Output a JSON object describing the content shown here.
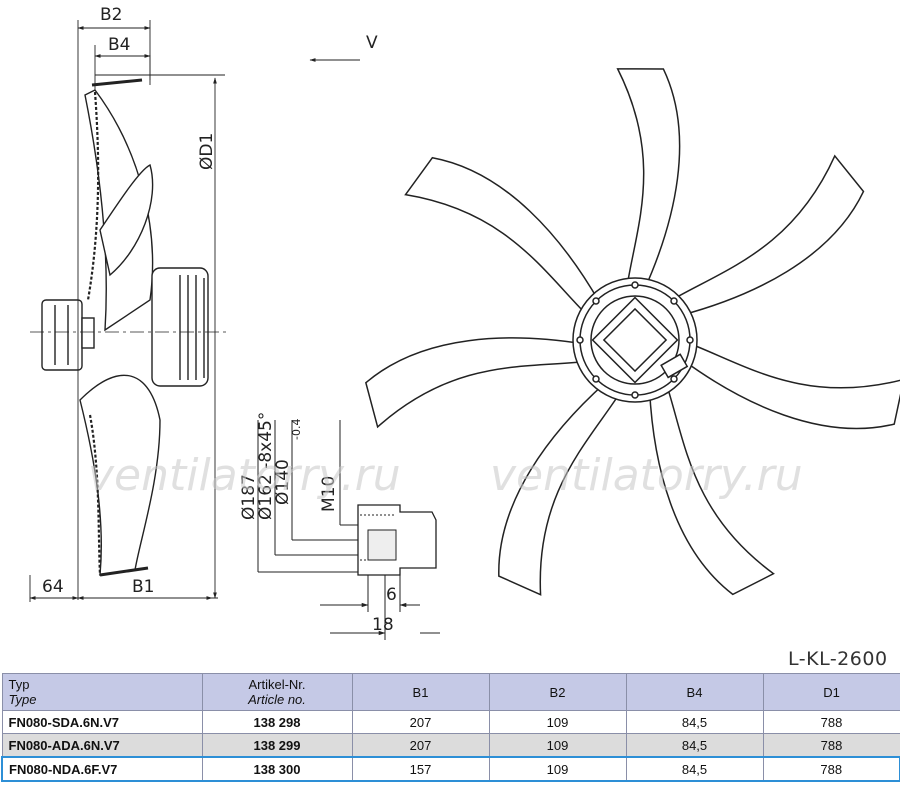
{
  "dimensions": {
    "b2": "B2",
    "b4": "B4",
    "d1": "ØD1",
    "v": "V",
    "offset": "64",
    "b1": "B1",
    "d187": "Ø187",
    "d162": "Ø162 -8x45°",
    "d140": "Ø140",
    "d140_tol": "-0.4",
    "m10": "M10",
    "depth6": "6",
    "depth18": "18"
  },
  "watermark": "ventilatorry.ru",
  "drawing_code": "L-KL-2600",
  "table": {
    "headers": [
      {
        "label": "Typ",
        "sub": "Type"
      },
      {
        "label": "Artikel-Nr.",
        "sub": "Article no."
      },
      {
        "label": "B1",
        "sub": ""
      },
      {
        "label": "B2",
        "sub": ""
      },
      {
        "label": "B4",
        "sub": ""
      },
      {
        "label": "D1",
        "sub": ""
      }
    ],
    "rows": [
      {
        "type": "FN080-SDA.6N.V7",
        "article": "138 298",
        "b1": "207",
        "b2": "109",
        "b4": "84,5",
        "d1": "788"
      },
      {
        "type": "FN080-ADA.6N.V7",
        "article": "138 299",
        "b1": "207",
        "b2": "109",
        "b4": "84,5",
        "d1": "788"
      },
      {
        "type": "FN080-NDA.6F.V7",
        "article": "138 300",
        "b1": "157",
        "b2": "109",
        "b4": "84,5",
        "d1": "788"
      }
    ]
  }
}
